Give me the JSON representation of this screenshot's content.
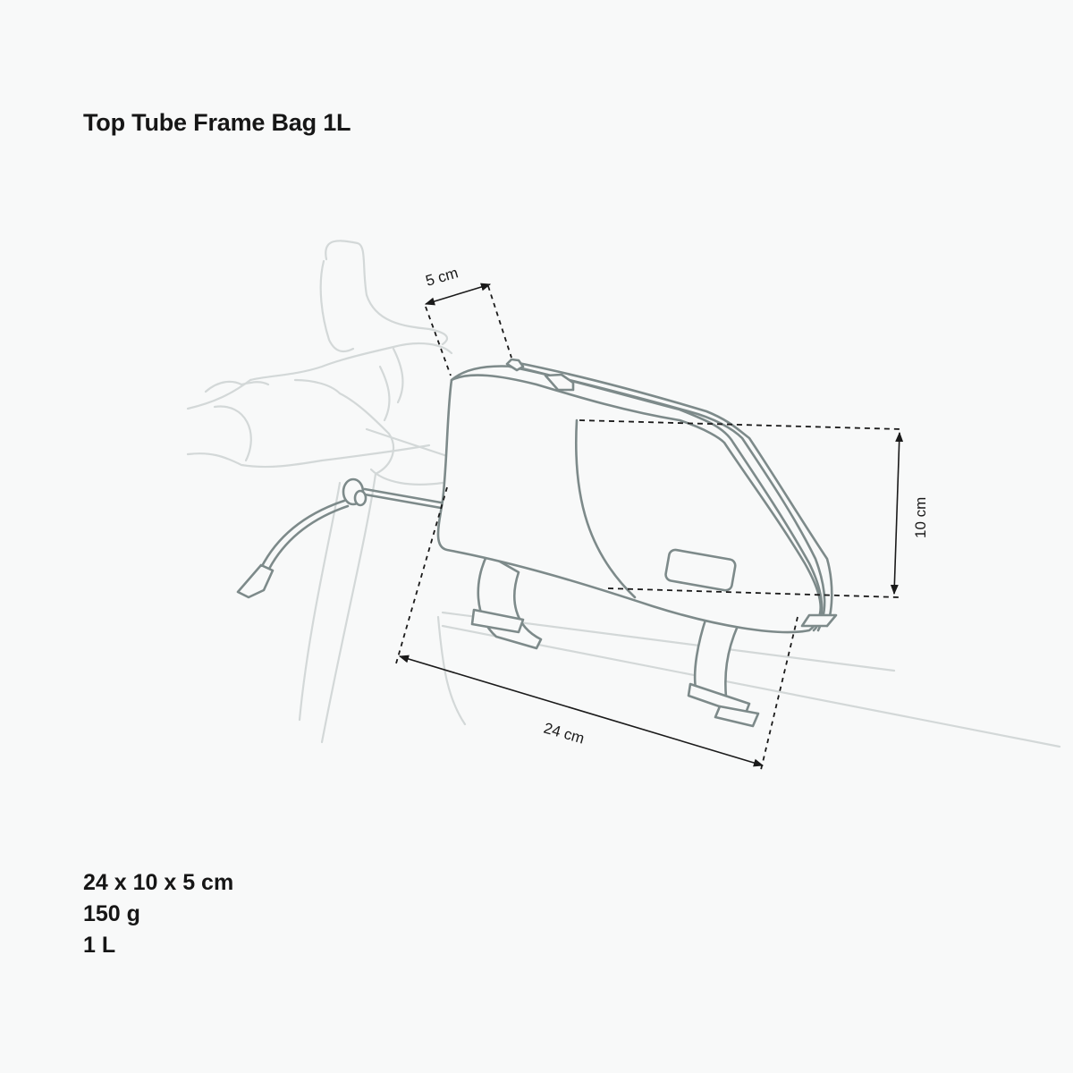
{
  "product": {
    "title": "Top Tube Frame Bag 1L"
  },
  "specs": {
    "dimensions": "24 x 10 x 5 cm",
    "weight": "150 g",
    "volume": "1 L"
  },
  "diagram": {
    "subject": "frame bag mounted on bicycle top tube behind stem",
    "dimension_labels": {
      "depth": "5 cm",
      "height": "10 cm",
      "length": "24 cm"
    },
    "colors": {
      "background": "#f8f9f9",
      "bag_outline": "#7d8a8a",
      "bike_outline": "#d3d8d8",
      "dimension_lines": "#1a1a1a",
      "text": "#161616"
    }
  }
}
